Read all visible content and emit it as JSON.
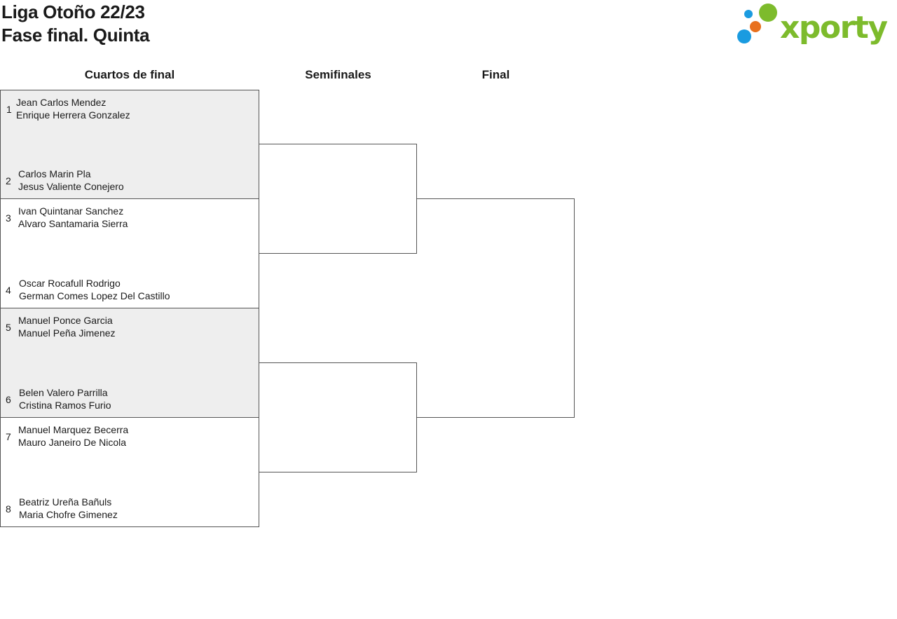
{
  "header": {
    "title_line1": "Liga Otoño 22/23",
    "title_line2": "Fase final. Quinta"
  },
  "logo": {
    "text": "xporty",
    "colors": {
      "green": "#7dbb2c",
      "blue": "#1a9be0",
      "orange": "#e8701e"
    }
  },
  "rounds": {
    "quarterfinals": "Cuartos de final",
    "semifinals": "Semifinales",
    "final": "Final"
  },
  "teams": [
    {
      "seed": "1",
      "player1": "Jean Carlos Mendez",
      "player2": "Enrique Herrera Gonzalez"
    },
    {
      "seed": "2",
      "player1": "Carlos Marin Pla",
      "player2": "Jesus Valiente Conejero"
    },
    {
      "seed": "3",
      "player1": "Ivan Quintanar Sanchez",
      "player2": "Alvaro Santamaria Sierra"
    },
    {
      "seed": "4",
      "player1": "Oscar Rocafull Rodrigo",
      "player2": "German Comes Lopez Del Castillo"
    },
    {
      "seed": "5",
      "player1": "Manuel Ponce Garcia",
      "player2": "Manuel Peña Jimenez"
    },
    {
      "seed": "6",
      "player1": "Belen Valero Parrilla",
      "player2": "Cristina Ramos Furio"
    },
    {
      "seed": "7",
      "player1": "Manuel Marquez Becerra",
      "player2": "Mauro Janeiro De Nicola"
    },
    {
      "seed": "8",
      "player1": "Beatriz Ureña Bañuls",
      "player2": "Maria Chofre Gimenez"
    }
  ],
  "colors": {
    "shaded_match": "#eeeeee",
    "border": "#555555"
  }
}
